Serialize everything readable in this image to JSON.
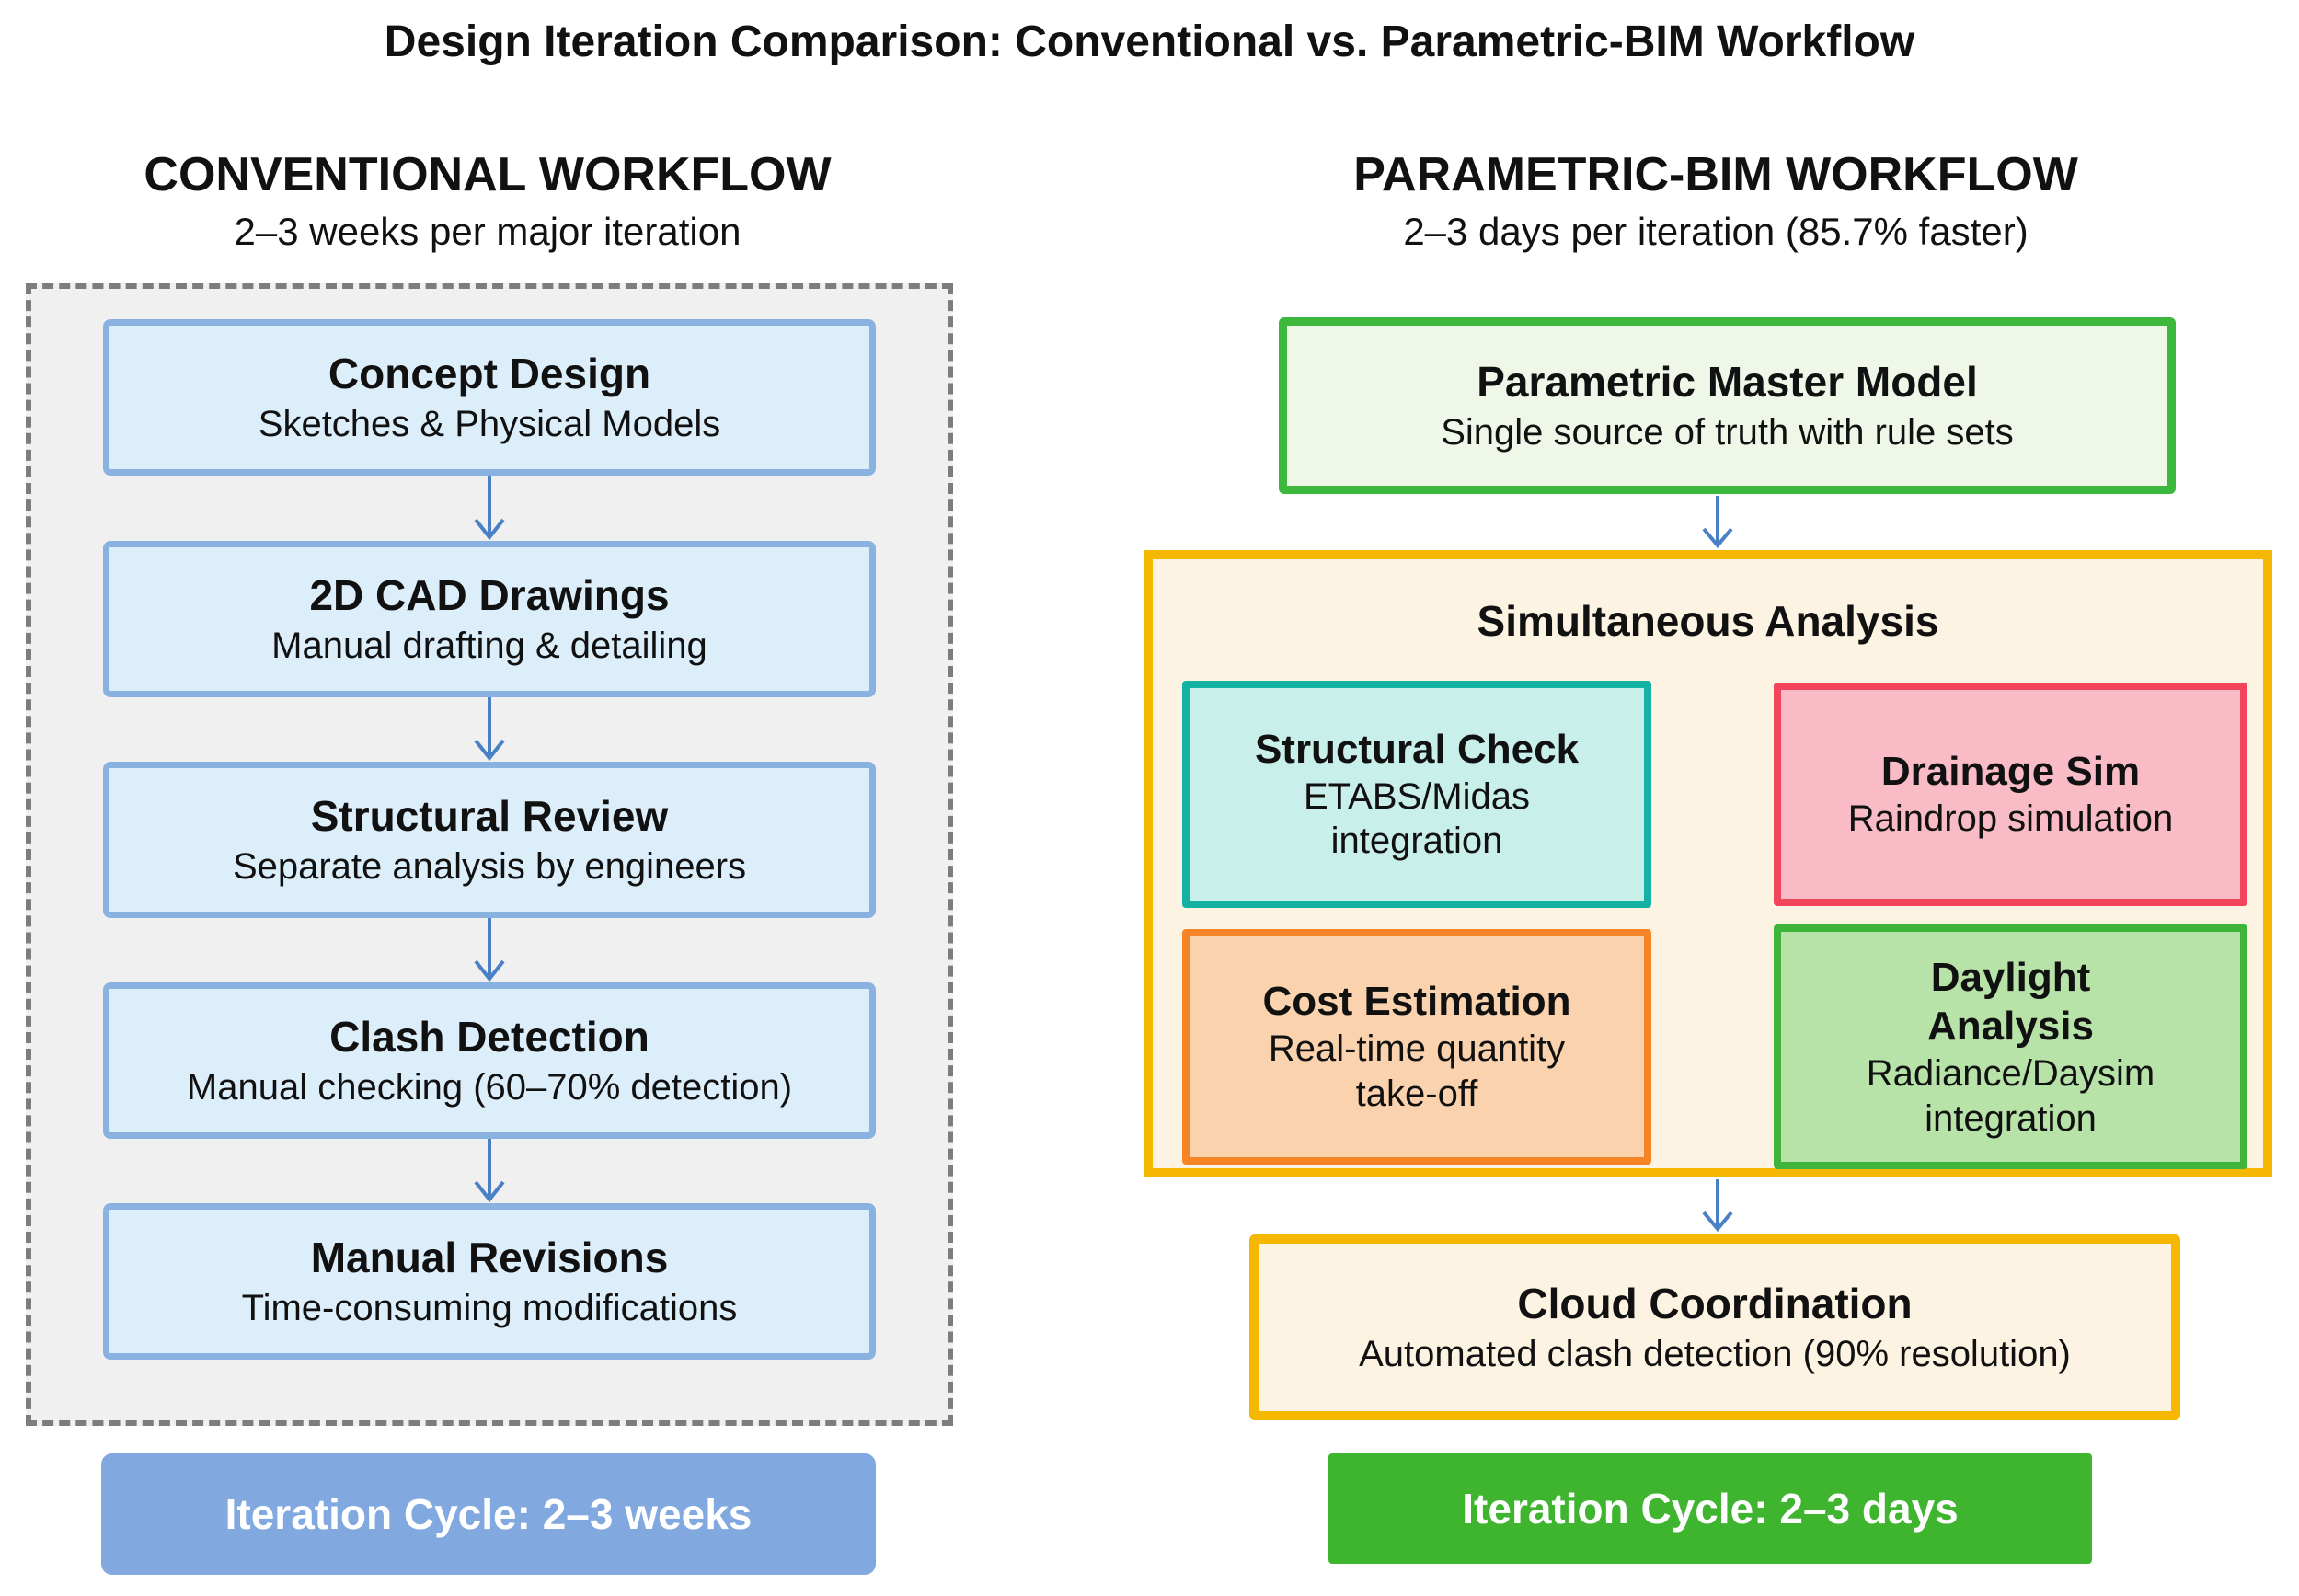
{
  "title": "Design Iteration Comparison: Conventional vs. Parametric-BIM Workflow",
  "colors": {
    "left_box_fill": "#ddeefb",
    "left_box_border": "#8ab2e0",
    "left_container_fill": "#f0f0f0",
    "blue_banner": "#81a9e0",
    "arrow_blue": "#4a80c6",
    "master_green_border": "#3cb83c",
    "master_green_fill": "#eef7e8",
    "analysis_container_border": "#f5b700",
    "analysis_container_fill": "#fdf3e2",
    "structural_teal_border": "#14b2a2",
    "structural_teal_fill": "#c9efeb",
    "drainage_red_border": "#f2445a",
    "drainage_pink_fill": "#f9bcc6",
    "cost_orange_border": "#f58427",
    "cost_orange_fill": "#fbd2ae",
    "daylight_green_border": "#3eb53a",
    "daylight_green_fill": "#b7e2a8",
    "green_banner": "#3eb42f"
  },
  "left": {
    "header": "CONVENTIONAL WORKFLOW",
    "subtitle": "2–3 weeks per major iteration",
    "steps": [
      {
        "title": "Concept Design",
        "subtitle": "Sketches & Physical Models"
      },
      {
        "title": "2D CAD Drawings",
        "subtitle": "Manual drafting & detailing"
      },
      {
        "title": "Structural Review",
        "subtitle": "Separate analysis by engineers"
      },
      {
        "title": "Clash Detection",
        "subtitle": "Manual checking (60–70% detection)"
      },
      {
        "title": "Manual Revisions",
        "subtitle": "Time-consuming modifications"
      }
    ],
    "banner": "Iteration Cycle: 2–3 weeks"
  },
  "right": {
    "header": "PARAMETRIC-BIM WORKFLOW",
    "subtitle": "2–3 days per iteration (85.7% faster)",
    "master": {
      "title": "Parametric Master Model",
      "subtitle": "Single source of truth with rule sets"
    },
    "analysis": {
      "title": "Simultaneous Analysis",
      "boxes": [
        {
          "title": "Structural Check",
          "subtitle": "ETABS/Midas\nintegration"
        },
        {
          "title": "Drainage Sim",
          "subtitle": "Raindrop simulation"
        },
        {
          "title": "Cost Estimation",
          "subtitle": "Real-time quantity\ntake-off"
        },
        {
          "title": "Daylight\nAnalysis",
          "subtitle": "Radiance/Daysim\nintegration"
        }
      ]
    },
    "cloud": {
      "title": "Cloud Coordination",
      "subtitle": "Automated clash detection (90% resolution)"
    },
    "banner": "Iteration Cycle: 2–3 days"
  }
}
